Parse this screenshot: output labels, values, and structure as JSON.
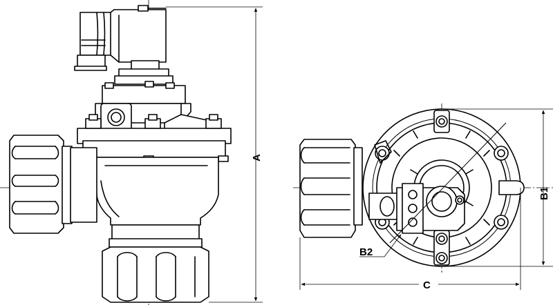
{
  "drawing": {
    "dimensions": {
      "A": "A",
      "B1": "B1",
      "B2": "B2",
      "C": "C"
    },
    "colors": {
      "line": "#000000",
      "background": "#ffffff"
    }
  }
}
